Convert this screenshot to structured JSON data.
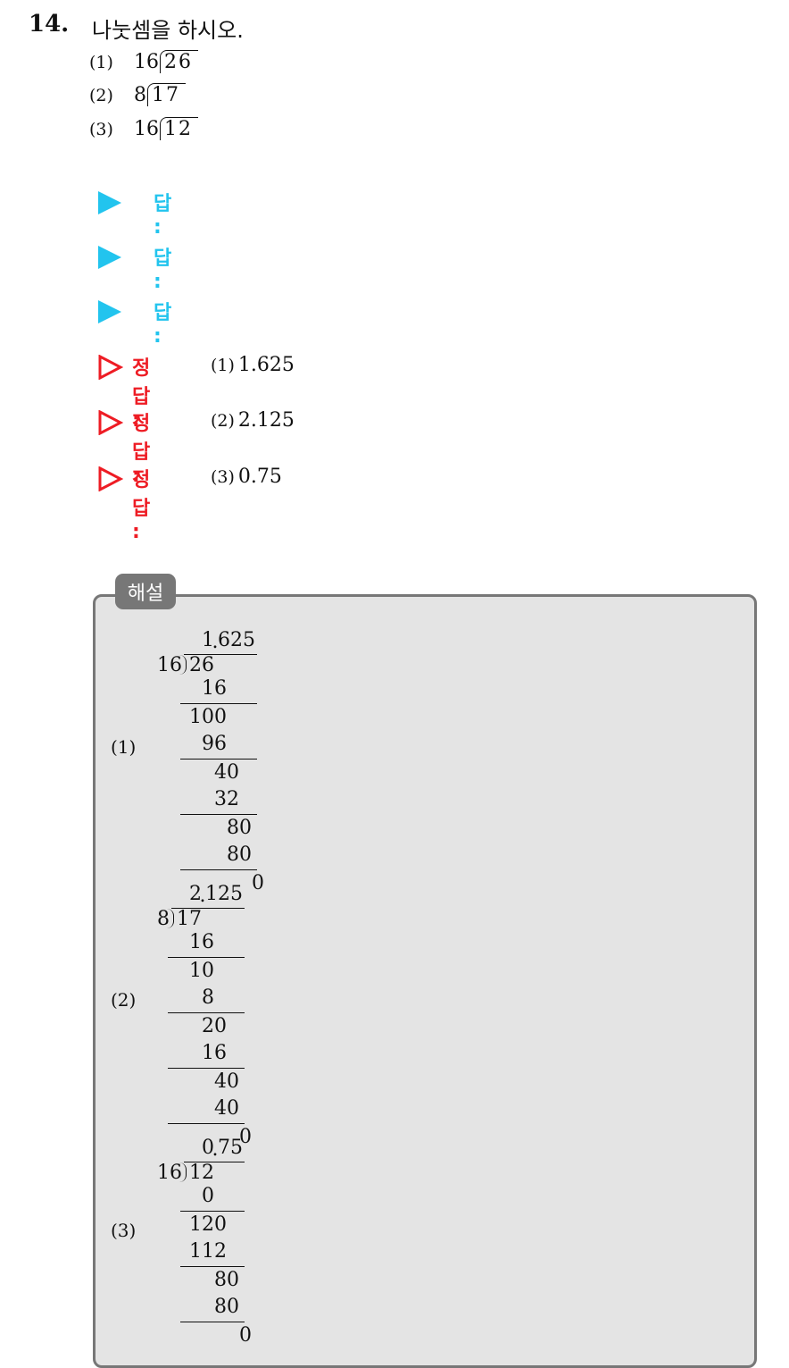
{
  "question": {
    "number": "14.",
    "text": "나눗셈을 하시오.",
    "problems": [
      {
        "label": "(1)",
        "divisor": "16",
        "dividend": "26"
      },
      {
        "label": "(2)",
        "divisor": "8",
        "dividend": "17"
      },
      {
        "label": "(3)",
        "divisor": "16",
        "dividend": "12"
      }
    ]
  },
  "answer_prompt": {
    "label": "답 :",
    "icon": "filled-triangle-icon",
    "color": "#22c4ee"
  },
  "correct_answers": {
    "label": "정답 :",
    "icon": "open-triangle-icon",
    "color": "#ee1c24",
    "items": [
      {
        "part": "(1)",
        "value": "1.625"
      },
      {
        "part": "(2)",
        "value": "2.125"
      },
      {
        "part": "(3)",
        "value": "0.75"
      }
    ]
  },
  "solution": {
    "tab_label": "해설",
    "parts": [
      {
        "label": "(1)",
        "divisor": "16",
        "dividend": "26",
        "quotient": "1.625",
        "steps": [
          "16",
          "100",
          "96",
          "40",
          "32",
          "80",
          "80",
          "0"
        ]
      },
      {
        "label": "(2)",
        "divisor": "8",
        "dividend": "17",
        "quotient": "2.125",
        "steps": [
          "16",
          "10",
          "8",
          "20",
          "16",
          "40",
          "40",
          "0"
        ]
      },
      {
        "label": "(3)",
        "divisor": "16",
        "dividend": "12",
        "quotient": "0.75",
        "steps": [
          "0",
          "120",
          "112",
          "80",
          "80",
          "0"
        ]
      }
    ]
  }
}
